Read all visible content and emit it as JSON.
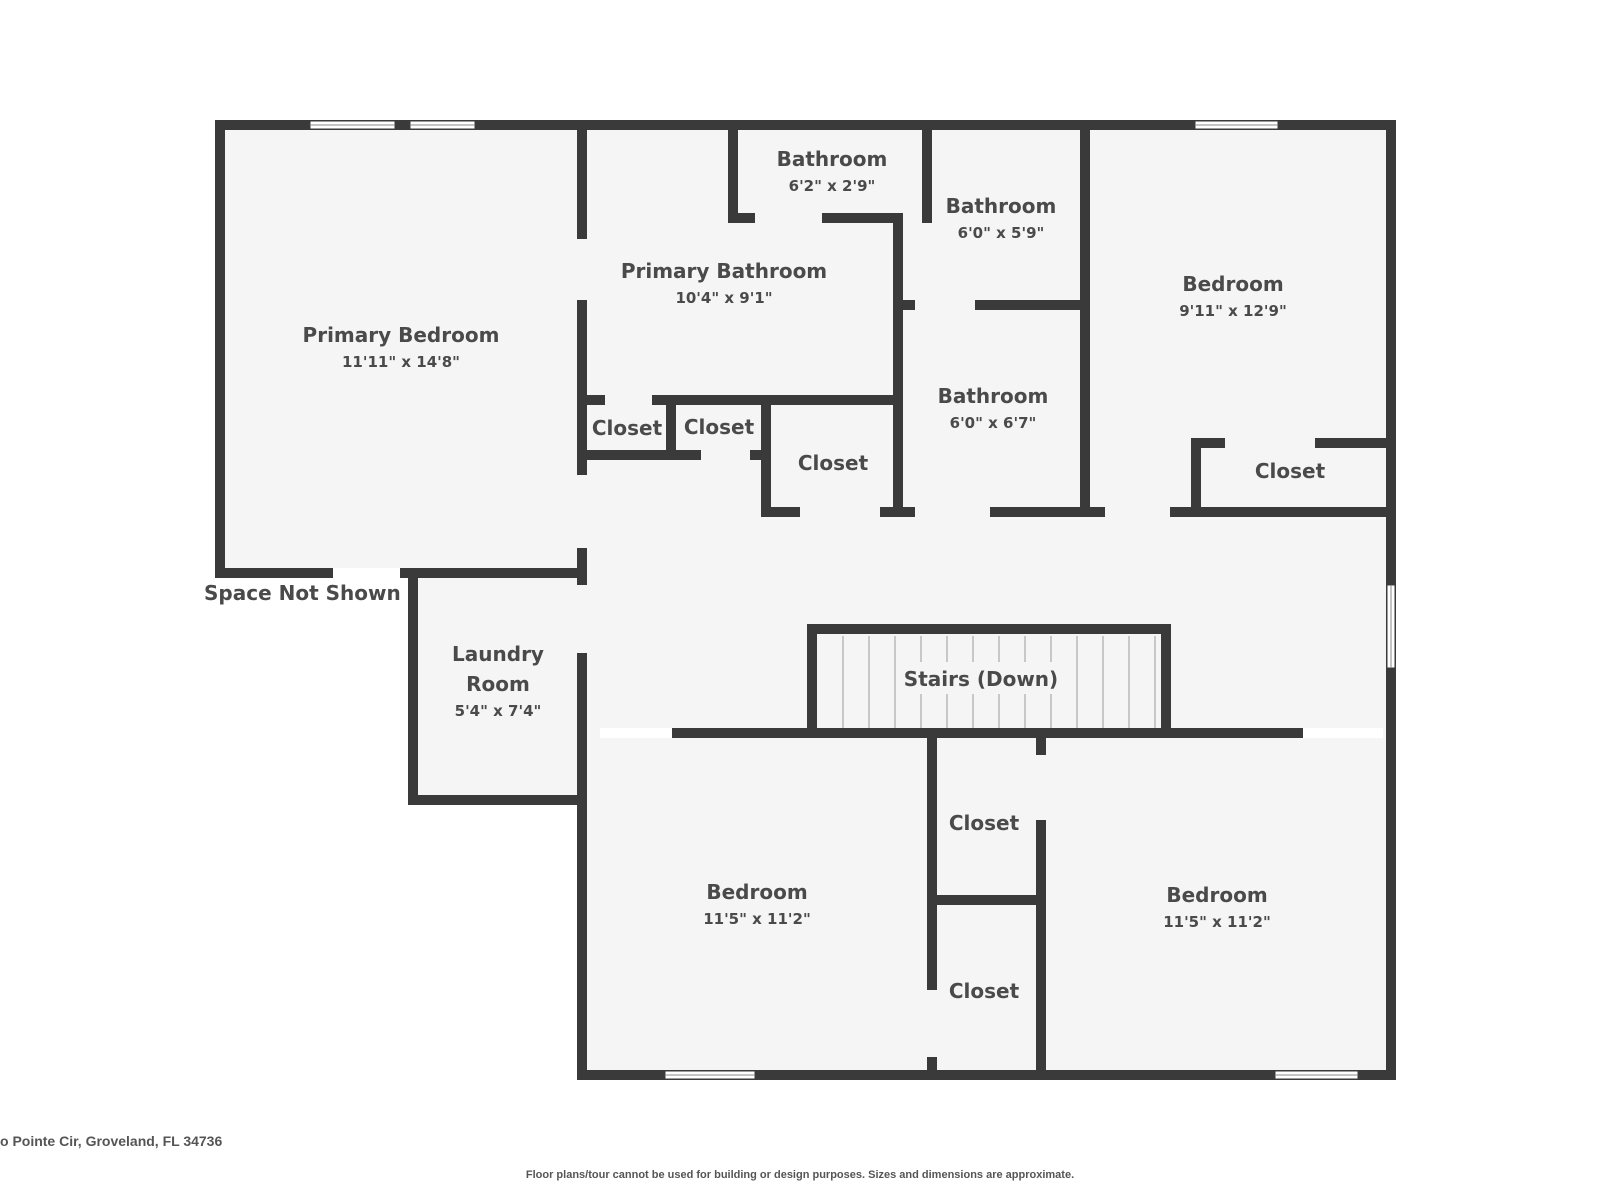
{
  "floorplan": {
    "rooms": [
      {
        "id": "primary-bedroom",
        "name": "Primary Bedroom",
        "dims": "11'11\" x 14'8\""
      },
      {
        "id": "primary-bathroom",
        "name": "Primary Bathroom",
        "dims": "10'4\" x 9'1\""
      },
      {
        "id": "bathroom-a",
        "name": "Bathroom",
        "dims": "6'2\" x 2'9\""
      },
      {
        "id": "bathroom-b",
        "name": "Bathroom",
        "dims": "6'0\" x 5'9\""
      },
      {
        "id": "bathroom-c",
        "name": "Bathroom",
        "dims": "6'0\" x 6'7\""
      },
      {
        "id": "bedroom-ne",
        "name": "Bedroom",
        "dims": "9'11\" x 12'9\""
      },
      {
        "id": "closet-1",
        "name": "Closet",
        "dims": ""
      },
      {
        "id": "closet-2",
        "name": "Closet",
        "dims": ""
      },
      {
        "id": "closet-3",
        "name": "Closet",
        "dims": ""
      },
      {
        "id": "closet-4",
        "name": "Closet",
        "dims": ""
      },
      {
        "id": "laundry",
        "name": "Laundry",
        "name2": "Room",
        "dims": "5'4\" x 7'4\""
      },
      {
        "id": "stairs",
        "name": "Stairs (Down)",
        "dims": ""
      },
      {
        "id": "bedroom-sw",
        "name": "Bedroom",
        "dims": "11'5\" x 11'2\""
      },
      {
        "id": "closet-5",
        "name": "Closet",
        "dims": ""
      },
      {
        "id": "closet-6",
        "name": "Closet",
        "dims": ""
      },
      {
        "id": "bedroom-se",
        "name": "Bedroom",
        "dims": "11'5\" x 11'2\""
      }
    ],
    "space_not_shown": "Space Not Shown"
  },
  "footer": {
    "address": "o Pointe Cir, Groveland, FL 34736",
    "disclaimer": "Floor plans/tour cannot be used for building or design purposes. Sizes and dimensions are approximate."
  },
  "colors": {
    "wall": "#3a3a3a",
    "floor": "#f5f5f5",
    "text": "#4a4a4a"
  }
}
